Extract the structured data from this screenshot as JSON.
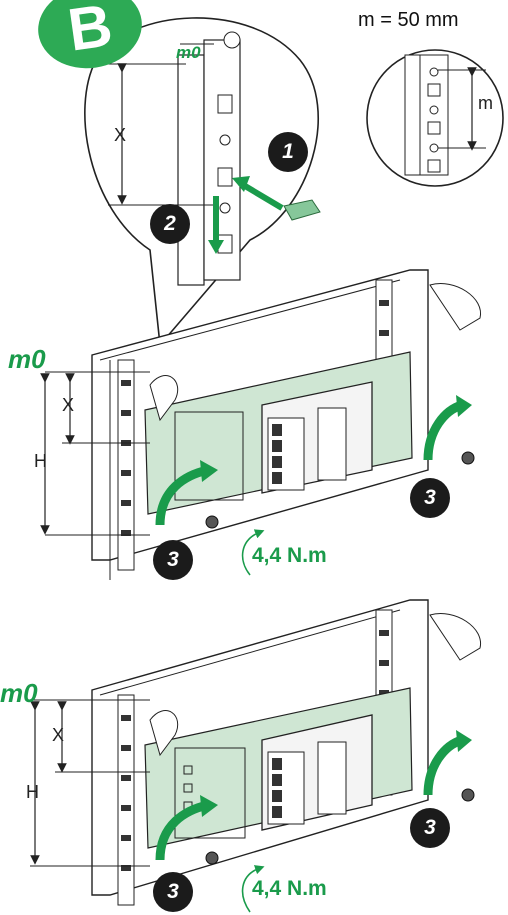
{
  "step_letter": "B",
  "spacing_note": "m = 50 mm",
  "inset": {
    "m0_label": "m0",
    "x_label": "X",
    "m_label": "m",
    "step1": "1",
    "step2": "2"
  },
  "upper": {
    "m0_label": "m0",
    "x_label": "X",
    "h_label": "H",
    "step3_right": "3",
    "step3_left": "3",
    "torque": "4,4 N.m"
  },
  "lower": {
    "m0_label": "m0",
    "x_label": "X",
    "h_label": "H",
    "step3_right": "3",
    "step3_left": "3",
    "torque": "4,4 N.m"
  },
  "colors": {
    "accent_green": "#1a9b4b",
    "plate_green": "#cfe6d3",
    "badge_black": "#1b1b1b"
  }
}
